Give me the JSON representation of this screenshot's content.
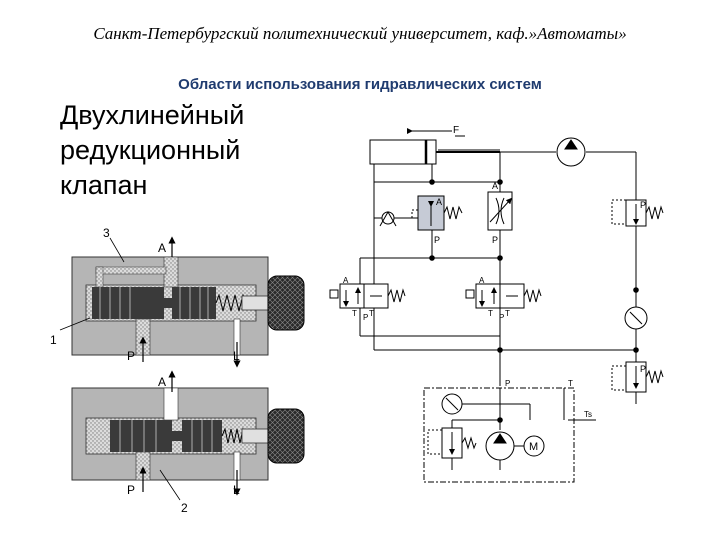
{
  "header": {
    "text": "Санкт-Петербургский политехнический университет, каф.»Автоматы»"
  },
  "subtitle": {
    "text": "Области использования гидравлических систем"
  },
  "title": {
    "lines": [
      "Двухлинейный",
      "редукционный",
      "клапан"
    ]
  },
  "valve_diagrams": {
    "labels": {
      "pointer_3": "3",
      "pointer_1": "1",
      "pointer_2": "2",
      "port_a_top": "A",
      "port_p_top": "P",
      "port_l_top": "L",
      "port_a_bottom": "A",
      "port_p_bottom": "P",
      "port_l_bottom": "L"
    }
  },
  "schematic": {
    "labels": {
      "force": "F",
      "reducer_a": "A",
      "reducer_p": "P",
      "throttle_a": "A",
      "throttle_p": "P",
      "relief_top_p": "P",
      "dir1_a": "A",
      "dir1_p": "P",
      "dir1_t1": "T",
      "dir1_t2": "T",
      "dir2_a": "A",
      "dir2_p": "P",
      "dir2_t1": "T",
      "dir2_t2": "T",
      "unit_p": "P",
      "unit_t": "T",
      "unit_ts": "Ts",
      "relief_bottom_p": "P",
      "motor": "M"
    }
  }
}
